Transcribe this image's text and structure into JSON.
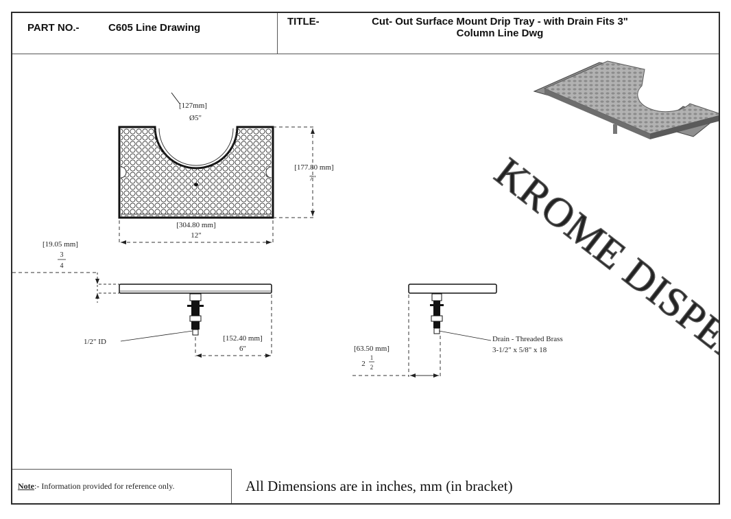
{
  "header": {
    "part_label": "PART NO.-",
    "part_value": "C605 Line Drawing",
    "title_label": "TITLE-",
    "title_line1": "Cut- Out Surface Mount Drip Tray - with Drain Fits 3\"",
    "title_line2": "Column Line Dwg"
  },
  "dimensions": {
    "cutout_mm": "[127mm]",
    "cutout_in": "Ø5\"",
    "depth_mm": "[177.80 mm]",
    "depth_in": "7\"",
    "width_mm": "[304.80 mm]",
    "width_in": "12\"",
    "height_mm": "[19.05 mm]",
    "height_in_num": "3",
    "height_in_den": "4",
    "drain_offset_mm": "[152.40 mm]",
    "drain_offset_in": "6\"",
    "drain_id": "1/2\" ID",
    "side_offset_mm": "[63.50 mm]",
    "side_offset_whole": "2",
    "side_offset_num": "1",
    "side_offset_den": "2",
    "drain_label_1": "Drain - Threaded Brass",
    "drain_label_2": "3-1/2\" x 5/8\" x 18"
  },
  "watermark": "KROME DISPENSE",
  "footer": {
    "note_label": "Note",
    "note_text": ":- Information provided for reference only.",
    "dimensions_text": "All Dimensions are in inches, mm (in bracket)"
  },
  "colors": {
    "line": "#222222",
    "watermark_stroke": "#555555",
    "render_fill": "#9a9a9a"
  }
}
